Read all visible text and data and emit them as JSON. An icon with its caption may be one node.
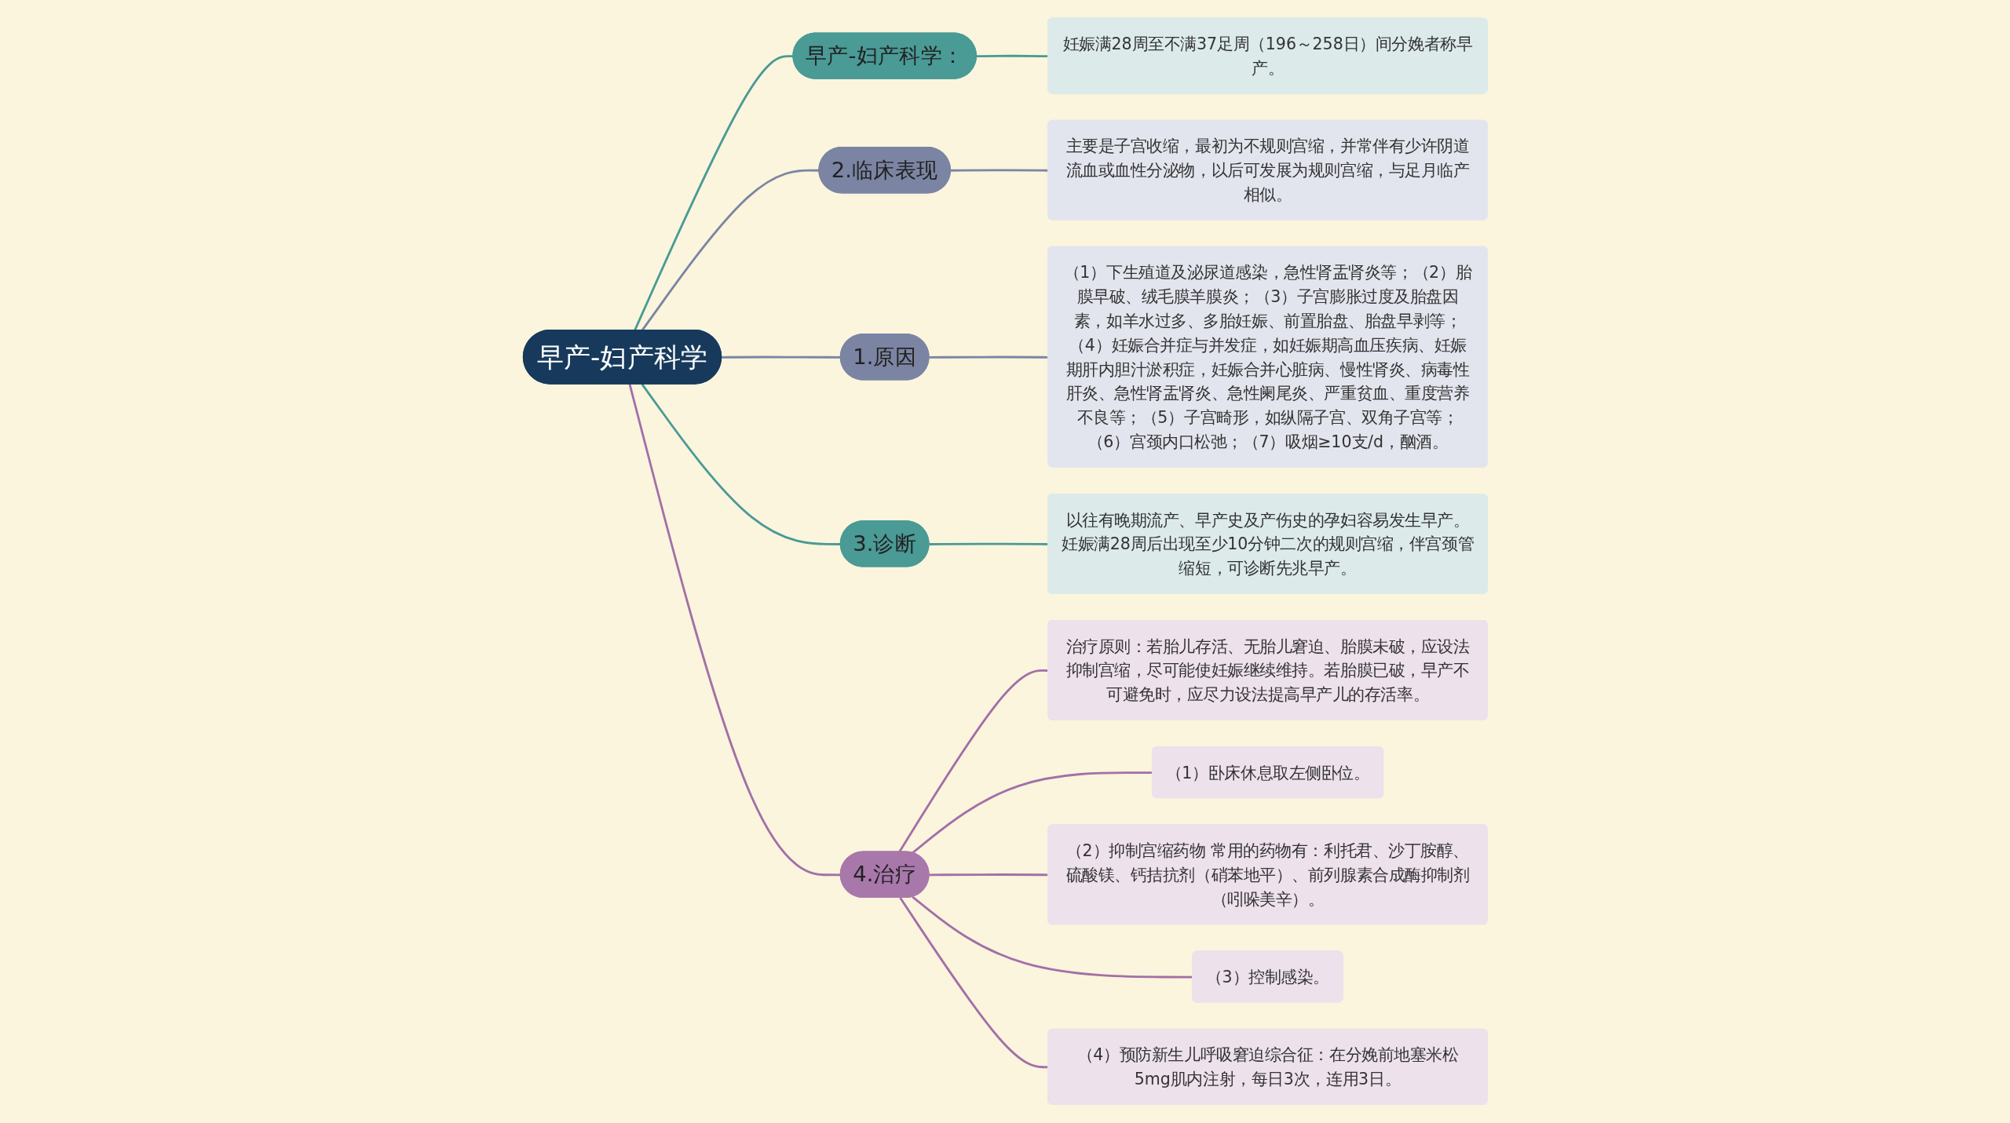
{
  "diagram": {
    "nodes": [
      {
        "text": [
          "早产-妇产科学"
        ]
      },
      {
        "text": [
          "早产-妇产科学："
        ]
      },
      {
        "text": [
          "妊娠满28周至不满37足周（196～258日）间分娩者称早产。"
        ]
      },
      {
        "text": [
          "2.临床表现"
        ]
      },
      {
        "text": [
          "主要是子宫收缩，最初为不规则宫缩，并常伴有少许阴道流血或血性分泌物，以后可发展为规则宫缩，与足月临产相似。"
        ]
      },
      {
        "text": [
          "1.原因"
        ]
      },
      {
        "text": [
          "（1）下生殖道及泌尿道感染，急性肾盂肾炎等；（2）胎膜早破、绒毛膜羊膜炎；（3）子宫膨胀过度及胎盘因素，如羊水过多、多胎妊娠、前置胎盘、胎盘早剥等；（4）妊娠合并症与并发症，如妊娠期高血压疾病、妊娠期肝内胆汁淤积症，妊娠合并心脏病、慢性肾炎、病毒性肝炎、急性肾盂肾炎、急性阑尾炎、严重贫血、重度营养不良等；（5）子宫畸形，如纵隔子宫、双角子宫等；（6）宫颈内口松弛；（7）吸烟≥10支/d，酗酒。"
        ]
      },
      {
        "text": [
          "3.诊断"
        ]
      },
      {
        "text": [
          "以往有晚期流产、早产史及产伤史的孕妇容易发生早产。妊娠满28周后出现至少10分钟二次的规则宫缩，伴宫颈管缩短，可诊断先兆早产。"
        ]
      },
      {
        "text": [
          "4.治疗"
        ]
      },
      {
        "text": [
          "治疗原则：若胎儿存活、无胎儿窘迫、胎膜未破，应设法抑制宫缩，尽可能使妊娠继续维持。若胎膜已破，早产不可避免时，应尽力设法提高早产儿的存活率。"
        ]
      },
      {
        "text": [
          "（1）卧床休息取左侧卧位。"
        ]
      },
      {
        "text": [
          "（2）抑制宫缩药物 常用的药物有：利托君、沙丁胺醇、硫酸镁、钙拮抗剂（硝苯地平）、前列腺素合成酶抑制剂（吲哚美辛）。"
        ]
      },
      {
        "text": [
          "（3）控制感染。"
        ]
      },
      {
        "text": [
          "（4）预防新生儿呼吸窘迫综合征：在分娩前地塞米松5mg肌内注射，每日3次，连用3日。"
        ]
      }
    ],
    "edges": [
      {
        "from": 0,
        "to": 1,
        "arrow": "none",
        "color": "#4a9a96"
      },
      {
        "from": 1,
        "to": 2,
        "arrow": "none",
        "color": "#4a9a96"
      },
      {
        "from": 0,
        "to": 3,
        "arrow": "none",
        "color": "#7b85a3"
      },
      {
        "from": 3,
        "to": 4,
        "arrow": "none",
        "color": "#7b85a3"
      },
      {
        "from": 0,
        "to": 5,
        "arrow": "none",
        "color": "#7b85a3"
      },
      {
        "from": 5,
        "to": 6,
        "arrow": "none",
        "color": "#7b85a3"
      },
      {
        "from": 0,
        "to": 7,
        "arrow": "none",
        "color": "#4a9a96"
      },
      {
        "from": 7,
        "to": 8,
        "arrow": "none",
        "color": "#4a9a96"
      },
      {
        "from": 0,
        "to": 9,
        "arrow": "none"
      },
      {
        "from": 9,
        "to": 10,
        "arrow": "none"
      },
      {
        "from": 9,
        "to": 11,
        "arrow": "none"
      },
      {
        "from": 9,
        "to": 12,
        "arrow": "none"
      },
      {
        "from": 9,
        "to": 13,
        "arrow": "none"
      },
      {
        "from": 9,
        "to": 14,
        "arrow": "none"
      }
    ]
  }
}
